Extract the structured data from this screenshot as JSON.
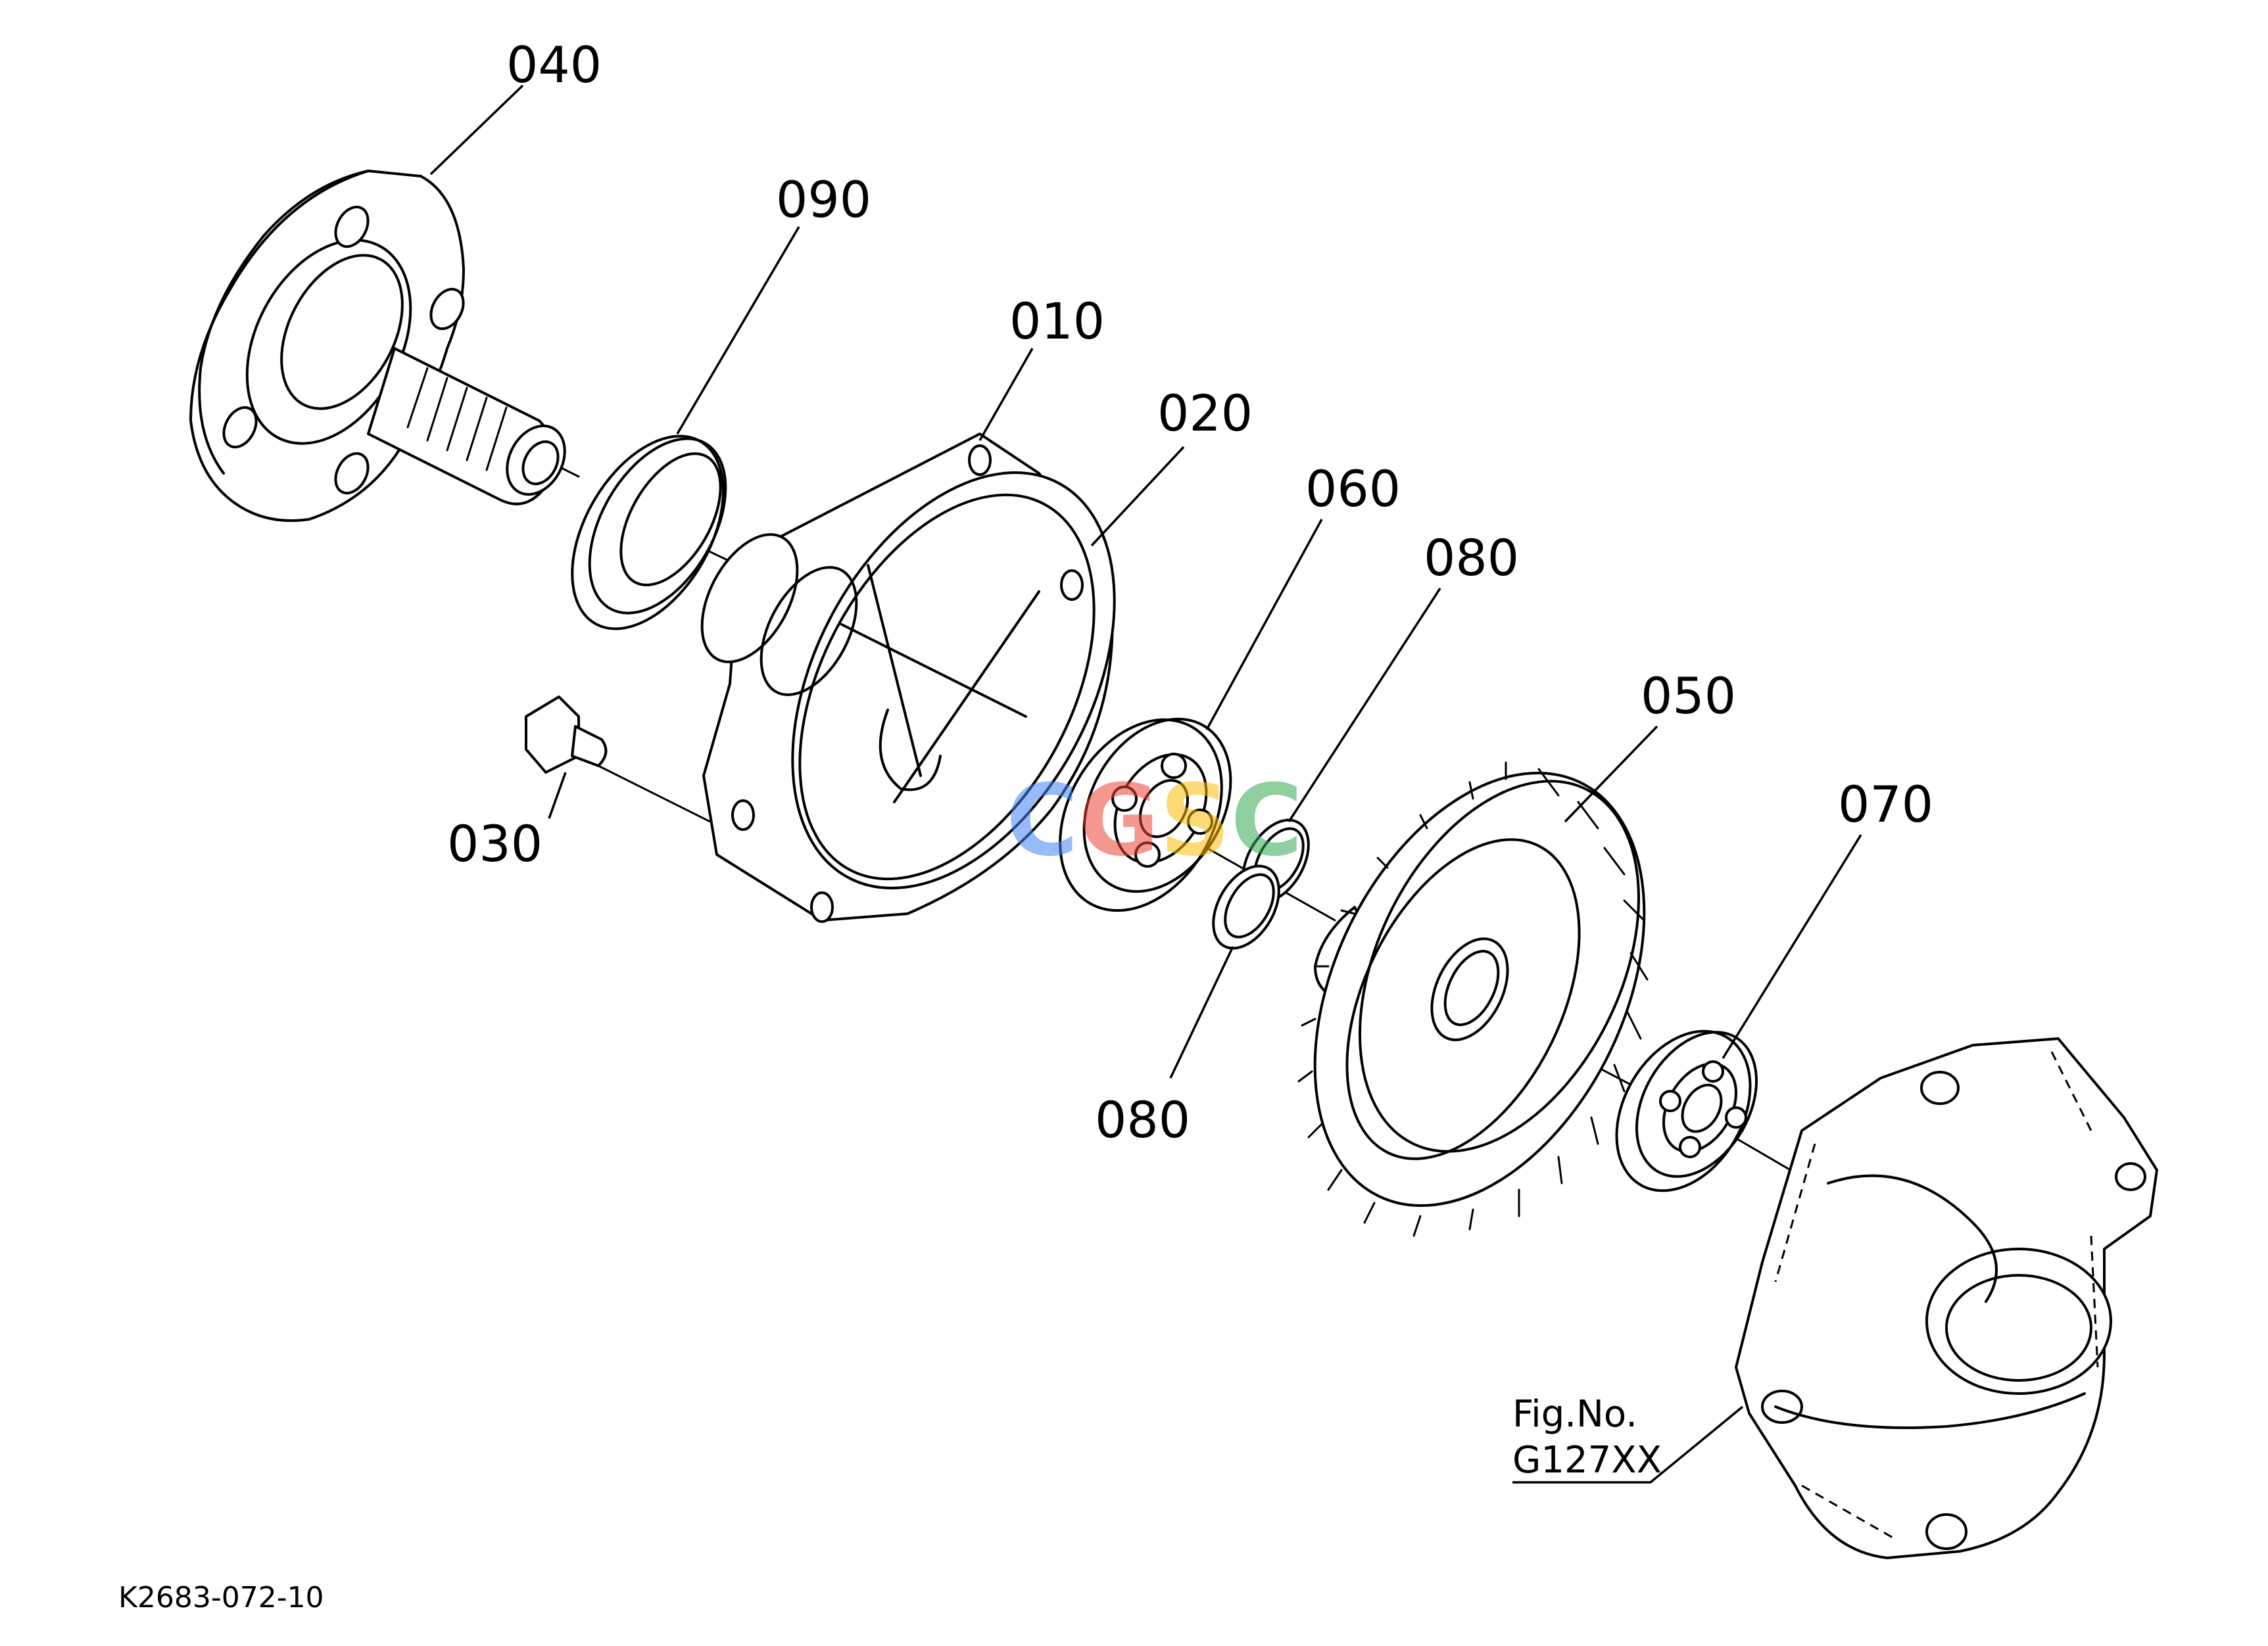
{
  "parts": [
    {
      "id": "010",
      "label": "010"
    },
    {
      "id": "020",
      "label": "020"
    },
    {
      "id": "030",
      "label": "030"
    },
    {
      "id": "040",
      "label": "040"
    },
    {
      "id": "050",
      "label": "050"
    },
    {
      "id": "060",
      "label": "060"
    },
    {
      "id": "070",
      "label": "070"
    },
    {
      "id": "080a",
      "label": "080"
    },
    {
      "id": "080b",
      "label": "080"
    },
    {
      "id": "090",
      "label": "090"
    }
  ],
  "figure_ref": {
    "line1": "Fig.No.",
    "line2": "G127XX"
  },
  "drawing_code": "K2683-072-10",
  "watermark": {
    "text": "CGSC",
    "colors": [
      "#4285F4",
      "#EA4335",
      "#FBBC05",
      "#34A853"
    ]
  }
}
